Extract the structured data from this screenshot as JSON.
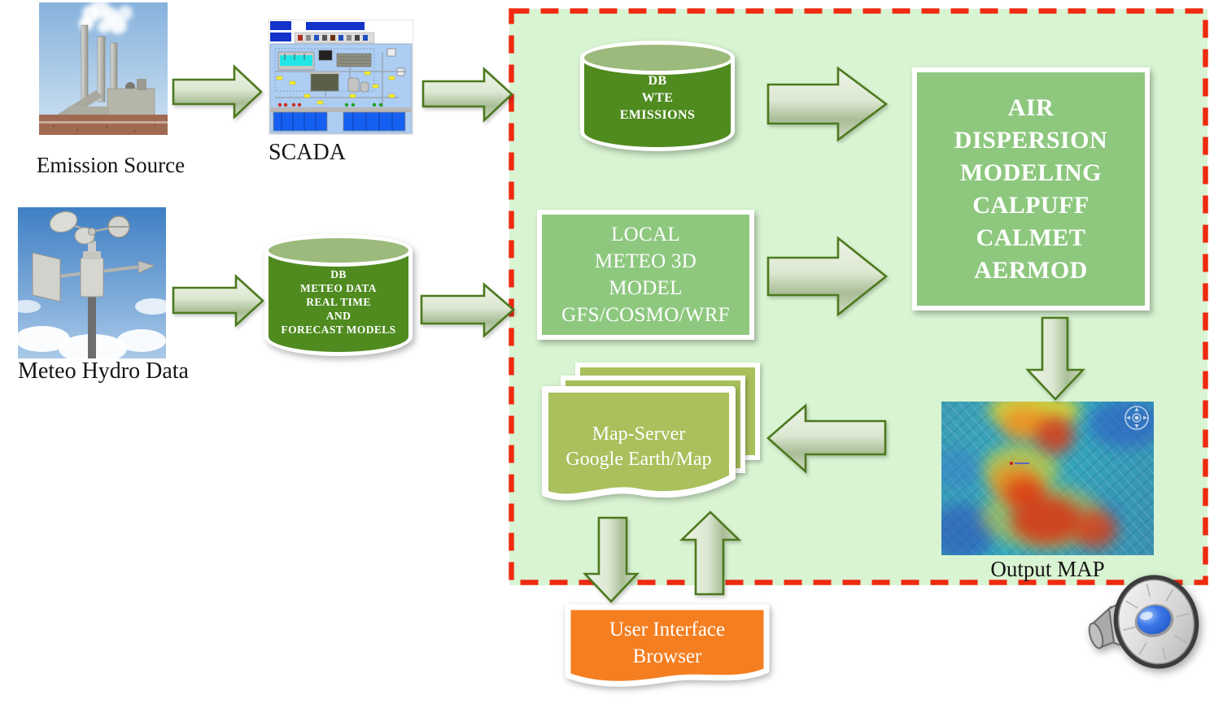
{
  "sources": {
    "emission": {
      "label": "Emission Source"
    },
    "scada": {
      "label": "SCADA"
    },
    "meteo": {
      "label": "Meteo Hydro Data"
    }
  },
  "db_meteo": {
    "lines": [
      "DB",
      "METEO DATA",
      "REAL TIME",
      "AND",
      "FORECAST MODELS"
    ]
  },
  "system": {
    "db_wte": {
      "lines": [
        "DB",
        "WTE",
        "EMISSIONS"
      ]
    },
    "local_meteo": {
      "lines": [
        "LOCAL",
        "METEO 3D",
        "MODEL",
        "GFS/COSMO/WRF"
      ]
    },
    "air_model": {
      "lines": [
        "AIR",
        "DISPERSION",
        "MODELING",
        "CALPUFF",
        "CALMET",
        "AERMOD"
      ]
    },
    "map_server": {
      "lines": [
        "Map-Server",
        "Google Earth/Map"
      ]
    },
    "output_map": {
      "label": "Output MAP"
    }
  },
  "ui_browser": {
    "lines": [
      "User Interface",
      "Browser"
    ]
  },
  "icons": {
    "speaker": "speaker-icon",
    "compass": "compass-icon"
  },
  "colors": {
    "boundary_fill": "#d9f4d2",
    "boundary_border": "#ee2b11",
    "panel_green": "#8ec87f",
    "cylinder_green": "#4f8b1f",
    "cylinder_top": "#9cba7b",
    "page_olive": "#a9c05c",
    "browser_orange": "#f57e20",
    "arrow_stroke": "#4c791d",
    "label_text": "#151515"
  }
}
